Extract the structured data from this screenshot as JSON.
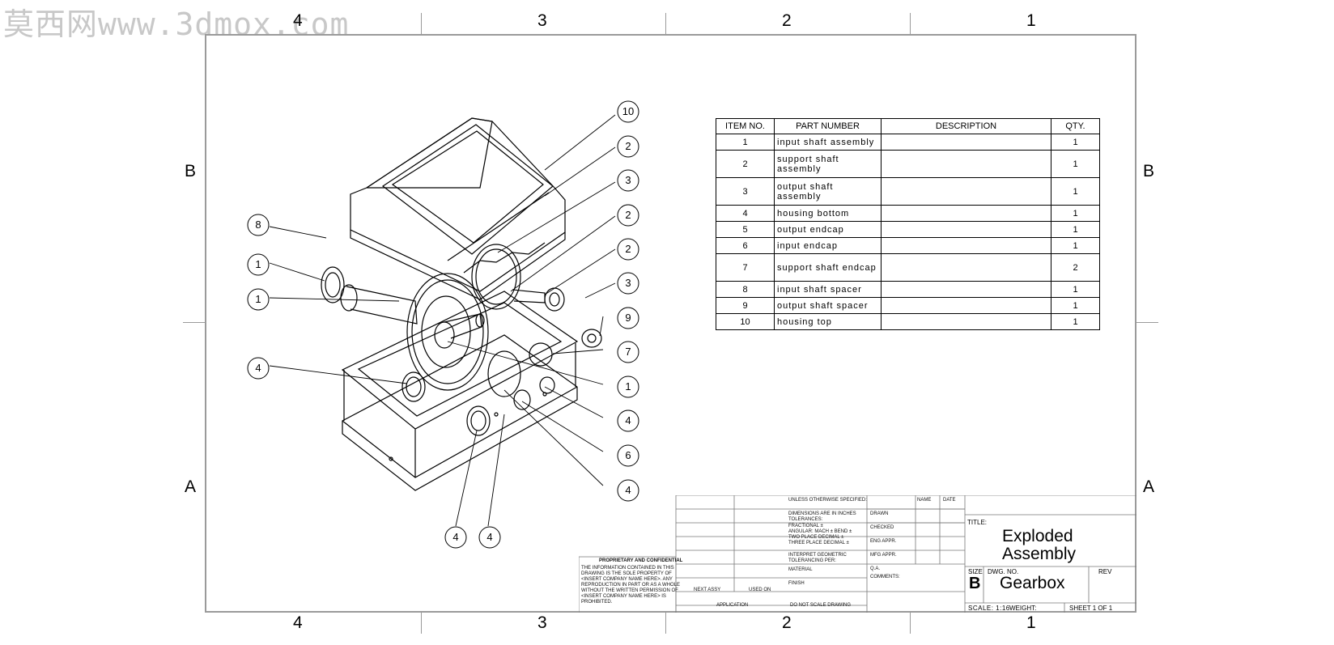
{
  "watermark": "莫西网www.3dmox.com",
  "zones": {
    "top": [
      "4",
      "3",
      "2",
      "1"
    ],
    "bottom": [
      "4",
      "3",
      "2",
      "1"
    ],
    "left": [
      "B",
      "A"
    ],
    "right": [
      "B",
      "A"
    ]
  },
  "bom": {
    "headers": [
      "ITEM NO.",
      "PART NUMBER",
      "DESCRIPTION",
      "QTY."
    ],
    "rows": [
      {
        "item": "1",
        "part": "input shaft assembly",
        "desc": "",
        "qty": "1"
      },
      {
        "item": "2",
        "part": "support shaft assembly",
        "desc": "",
        "qty": "1"
      },
      {
        "item": "3",
        "part": "output shaft assembly",
        "desc": "",
        "qty": "1"
      },
      {
        "item": "4",
        "part": "housing bottom",
        "desc": "",
        "qty": "1"
      },
      {
        "item": "5",
        "part": "output endcap",
        "desc": "",
        "qty": "1"
      },
      {
        "item": "6",
        "part": "input endcap",
        "desc": "",
        "qty": "1"
      },
      {
        "item": "7",
        "part": "support shaft endcap",
        "desc": "",
        "qty": "2"
      },
      {
        "item": "8",
        "part": "input shaft spacer",
        "desc": "",
        "qty": "1"
      },
      {
        "item": "9",
        "part": "output shaft spacer",
        "desc": "",
        "qty": "1"
      },
      {
        "item": "10",
        "part": "housing top",
        "desc": "",
        "qty": "1"
      }
    ]
  },
  "balloons": {
    "b1": "10",
    "b2": "2",
    "b3": "3",
    "b4": "2",
    "b5": "2",
    "b6": "3",
    "b7": "9",
    "b8": "7",
    "b9": "1",
    "b10": "4",
    "b11": "6",
    "b12": "4",
    "b13": "8",
    "b14": "1",
    "b15": "1",
    "b16": "4",
    "b17": "4",
    "b18": "4"
  },
  "titleblock": {
    "unless": "UNLESS OTHERWISE SPECIFIED:",
    "name": "NAME",
    "date": "DATE",
    "dimensions": "DIMENSIONS ARE IN INCHES",
    "tolerances": "TOLERANCES:",
    "fractional": "FRACTIONAL ±",
    "angular": "ANGULAR: MACH ±   BEND ±",
    "two_place": "TWO PLACE DECIMAL  ±",
    "three_place": "THREE PLACE DECIMAL  ±",
    "interpret": "INTERPRET GEOMETRIC",
    "tolerancing": "TOLERANCING PER:",
    "material": "MATERIAL",
    "finish": "FINISH",
    "next_assy": "NEXT ASSY",
    "used_on": "USED ON",
    "application": "APPLICATION",
    "do_not_scale": "DO NOT SCALE DRAWING",
    "drawn": "DRAWN",
    "checked": "CHECKED",
    "eng_appr": "ENG APPR.",
    "mfg_appr": "MFG APPR.",
    "qa": "Q.A.",
    "comments": "COMMENTS:",
    "proprietary_title": "PROPRIETARY AND CONFIDENTIAL",
    "proprietary_lines": [
      "THE INFORMATION CONTAINED IN THIS",
      "DRAWING IS THE SOLE PROPERTY OF",
      "<INSERT COMPANY NAME HERE>. ANY",
      "REPRODUCTION IN PART OR AS A WHOLE",
      "WITHOUT THE WRITTEN PERMISSION OF",
      "<INSERT COMPANY NAME HERE> IS",
      "PROHIBITED."
    ],
    "title_label": "TITLE:",
    "title_line1": "Exploded",
    "title_line2": "Assembly",
    "size_label": "SIZE",
    "size_value": "B",
    "dwg_label": "DWG.  NO.",
    "dwg_value": "Gearbox",
    "rev_label": "REV",
    "scale": "SCALE: 1:16",
    "weight": "WEIGHT:",
    "sheet": "SHEET 1 OF 1"
  }
}
